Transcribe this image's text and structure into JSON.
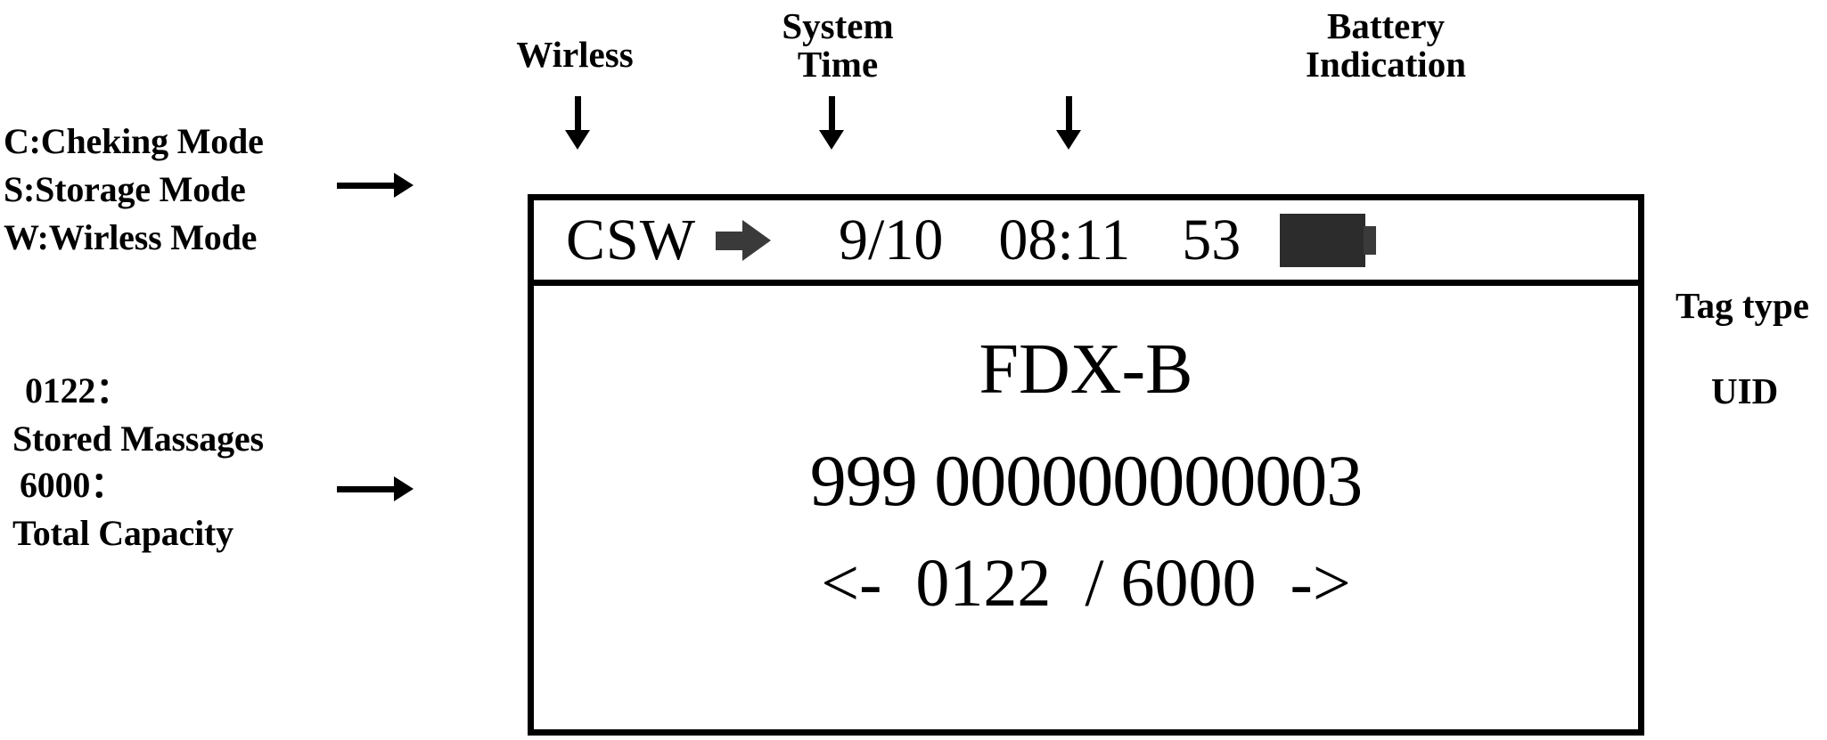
{
  "annotations": {
    "mode_legend": [
      "C:Cheking Mode",
      "S:Storage Mode",
      "W:Wirless Mode"
    ],
    "stored_count_label": "0122：",
    "stored_count_desc": "Stored Massages",
    "total_capacity_label": "6000：",
    "total_capacity_desc": "Total Capacity",
    "wireless_callout": "Wirless",
    "system_time_callout": "System\nTime",
    "battery_callout": "Battery\nIndication",
    "tag_type_callout": "Tag type",
    "uid_callout": "UID"
  },
  "lcd": {
    "status_bar": {
      "mode_flags": "CSW",
      "wireless_icon": "right-arrow-icon",
      "date": "9/10",
      "time": "08:11",
      "battery_percent": "53",
      "battery_icon": "battery-full-icon"
    },
    "body": {
      "tag_type": "FDX-B",
      "uid": "999 000000000003",
      "record_nav": "<-  0122  / 6000  ->",
      "record_current": "0122",
      "record_total": "6000",
      "prev_icon": "arrow-left-icon",
      "next_icon": "arrow-right-icon"
    }
  },
  "colors": {
    "ink": "#000000",
    "background": "#ffffff",
    "icon_fill": "#2c2c2c",
    "arrow_glyph": "#3a3a3a"
  }
}
